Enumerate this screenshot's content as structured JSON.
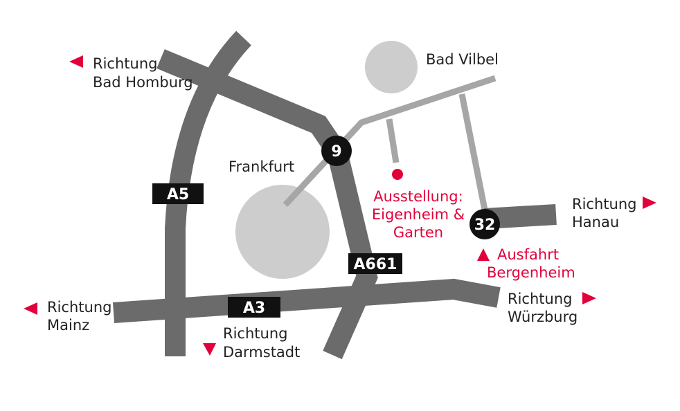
{
  "colors": {
    "motorway": "#6b6b6b",
    "local_road": "#a6a6a6",
    "city": "#cdcdcd",
    "accent": "#e2003a",
    "text": "#222222",
    "shield": "#111111"
  },
  "cities": {
    "frankfurt": "Frankfurt",
    "bad_vilbel": "Bad Vilbel"
  },
  "motorways": {
    "a5": "A5",
    "a3": "A3",
    "a661": "A661"
  },
  "exits": {
    "exit_9": "9",
    "exit_32": "32"
  },
  "venue": {
    "line1": "Ausstellung:",
    "line2": "Eigenheim &",
    "line3": "Garten"
  },
  "exit_note": {
    "line1": "Ausfahrt",
    "line2": "Bergenheim"
  },
  "directions": {
    "bad_homburg": {
      "line1": "Richtung",
      "line2": "Bad Homburg"
    },
    "hanau": {
      "line1": "Richtung",
      "line2": "Hanau"
    },
    "mainz": {
      "line1": "Richtung",
      "line2": "Mainz"
    },
    "wuerzburg": {
      "line1": "Richtung",
      "line2": "Würzburg"
    },
    "darmstadt": {
      "line1": "Richtung",
      "line2": "Darmstadt"
    }
  }
}
